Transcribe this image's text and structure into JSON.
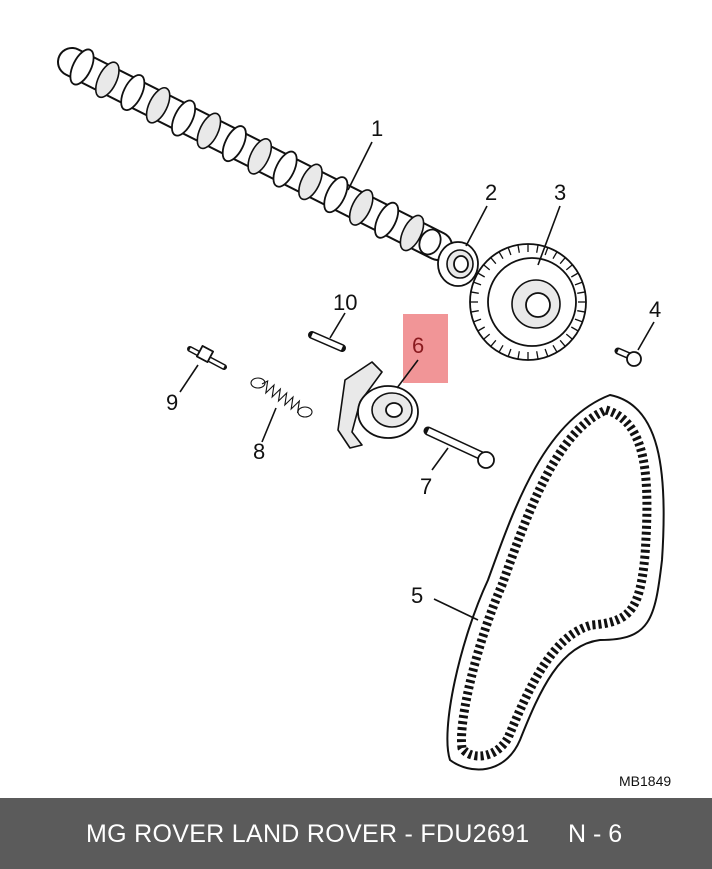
{
  "diagram": {
    "callouts": [
      {
        "id": "1",
        "label": "1"
      },
      {
        "id": "2",
        "label": "2"
      },
      {
        "id": "3",
        "label": "3"
      },
      {
        "id": "4",
        "label": "4"
      },
      {
        "id": "5",
        "label": "5"
      },
      {
        "id": "6",
        "label": "6",
        "highlighted": true
      },
      {
        "id": "7",
        "label": "7"
      },
      {
        "id": "8",
        "label": "8"
      },
      {
        "id": "9",
        "label": "9"
      },
      {
        "id": "10",
        "label": "10"
      }
    ],
    "reference_code": "MB1849",
    "highlight_color": "#f08a8c"
  },
  "footer": {
    "brand_part": "MG ROVER LAND ROVER - FDU2691",
    "page_ref": "N - 6"
  }
}
